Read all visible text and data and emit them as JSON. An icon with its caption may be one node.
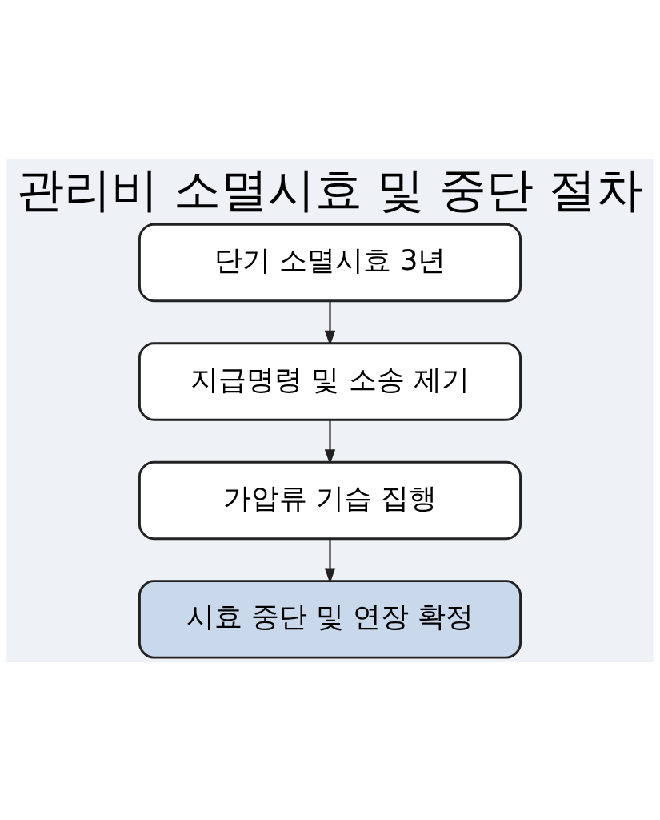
{
  "diagram": {
    "title": "관리비 소멸시효 및 중단 절차",
    "nodes": [
      {
        "text": [
          "단기 소멸시효 3년"
        ]
      },
      {
        "text": [
          "지급명령 및 소송 제기"
        ]
      },
      {
        "text": [
          "가압류 기습 집행"
        ]
      },
      {
        "text": [
          "시효 중단 및 연장 확정"
        ]
      }
    ],
    "edges": [
      {
        "from": 0,
        "to": 1,
        "arrow": "to"
      },
      {
        "from": 1,
        "to": 2,
        "arrow": "to"
      },
      {
        "from": 2,
        "to": 3,
        "arrow": "to"
      }
    ]
  }
}
